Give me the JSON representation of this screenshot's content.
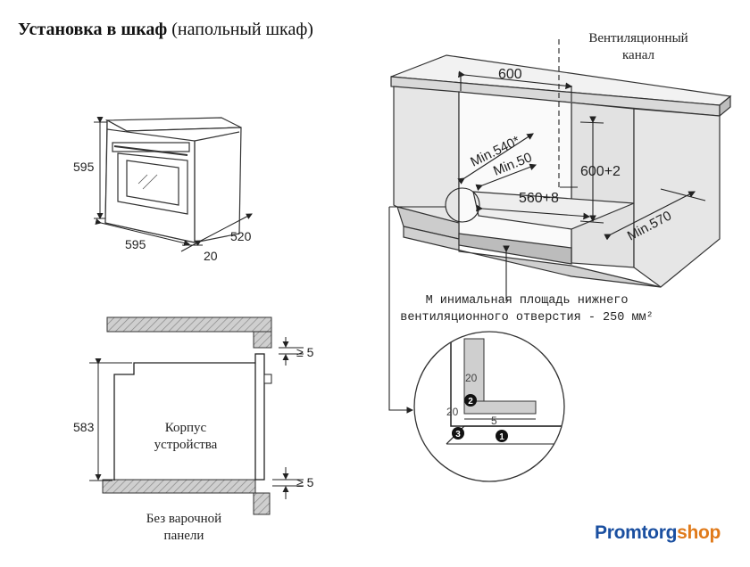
{
  "title": {
    "bold": "Установка в шкаф",
    "normal": "(напольный шкаф)"
  },
  "labels": {
    "ventilation_channel": [
      "Вентиляционный",
      "канал"
    ],
    "min_vent_area": [
      "М инимальная площадь нижнего",
      "вентиляционного отверстия - 250 мм²"
    ],
    "device_body": [
      "Корпус",
      "устройства"
    ],
    "no_hob": [
      "Без варочной",
      "панели"
    ]
  },
  "dims": {
    "oven_height": "595",
    "oven_width": "595",
    "oven_depth": "520",
    "oven_front": "20",
    "side_height": "583",
    "gap_top": "≥ 5",
    "gap_bottom": "≥ 5",
    "cab_width": "600",
    "min540": "Min.540*",
    "min50": "Min.50",
    "niche_height": "600+2",
    "niche_width": "560+8",
    "min570": "Min.570",
    "detail_20a": "20",
    "detail_20b": "20",
    "detail_5": "5"
  },
  "markers": [
    "1",
    "2",
    "3"
  ],
  "logo": {
    "part1": "Promtorg",
    "part2": "shop",
    "color1": "#1a4fa0",
    "color2": "#e07a1a"
  }
}
